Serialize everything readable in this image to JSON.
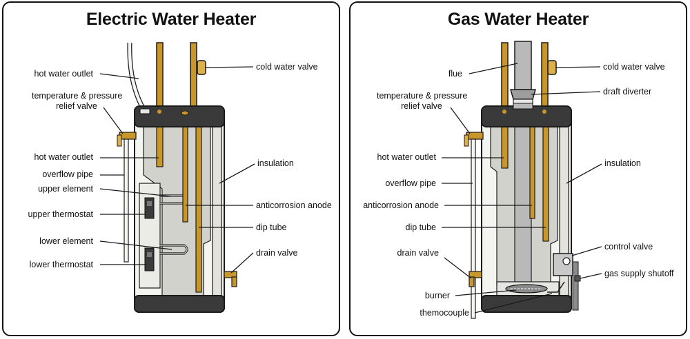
{
  "panels": [
    {
      "title": "Electric Water Heater",
      "labels": {
        "hot_water_outlet_top": "hot water outlet",
        "tp_relief_line1": "temperature & pressure",
        "tp_relief_line2": "relief valve",
        "hot_water_outlet": "hot water outlet",
        "overflow_pipe": "overflow pipe",
        "upper_element": "upper element",
        "upper_thermostat": "upper thermostat",
        "lower_element": "lower element",
        "lower_thermostat": "lower thermostat",
        "cold_water_valve": "cold water valve",
        "insulation": "insulation",
        "anticorrosion_anode": "anticorrosion anode",
        "dip_tube": "dip tube",
        "drain_valve": "drain valve"
      }
    },
    {
      "title": "Gas Water Heater",
      "labels": {
        "flue": "flue",
        "tp_relief_line1": "temperature & pressure",
        "tp_relief_line2": "relief valve",
        "hot_water_outlet": "hot water outlet",
        "overflow_pipe": "overflow pipe",
        "anticorrosion_anode": "anticorrosion anode",
        "dip_tube": "dip tube",
        "drain_valve": "drain valve",
        "burner": "burner",
        "thermocouple": "themocouple",
        "cold_water_valve": "cold water valve",
        "draft_diverter": "draft diverter",
        "insulation": "insulation",
        "control_valve": "control valve",
        "gas_supply_shutoff": "gas supply shutoff"
      }
    }
  ],
  "colors": {
    "pipe_gold": "#c8972b",
    "pipe_gold_light": "#ddb04a",
    "tank_top": "#3a3a3a",
    "tank_body": "#f4f4f0",
    "tank_inner": "#d2d2cc",
    "insulation": "#e3e3dc",
    "outline": "#1a1a1a",
    "flue_gray": "#b9b9b9"
  }
}
